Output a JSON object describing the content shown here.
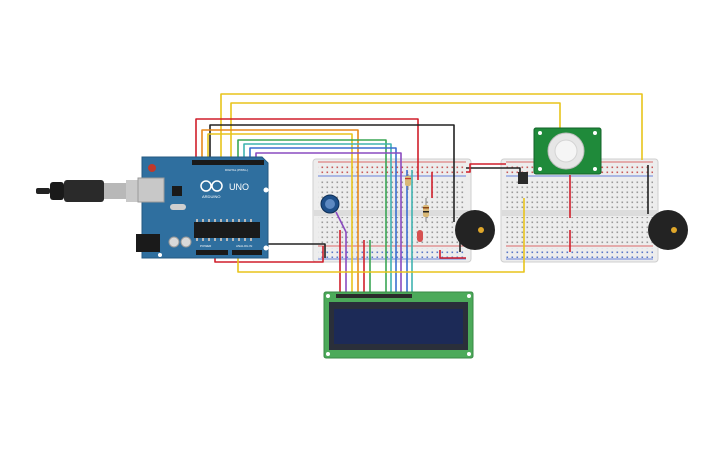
{
  "arduino": {
    "brand": "ARDUINO",
    "model": "UNO"
  },
  "header_labels": {
    "power": "POWER",
    "analog_in": "ANALOG IN",
    "digital": "DIGITAL (PWM~)"
  },
  "colors": {
    "arduino_board": "#2f6f9f",
    "breadboard": "#eeeeee",
    "lcd_pcb": "#4caa5a",
    "lcd_screen": "#1c2a57",
    "pir_pcb": "#1f8a3a",
    "buzzer": "#222222",
    "wire_red": "#d01f2b",
    "wire_yellow": "#e8c41c",
    "wire_orange": "#e8891c",
    "wire_black": "#222222",
    "wire_green": "#3aa655",
    "wire_teal": "#3fb3b0",
    "wire_blue": "#3b6fd0",
    "wire_purple": "#8a4bc0"
  },
  "components": [
    "arduino-uno",
    "usb-cable",
    "breadboard-left",
    "breadboard-right",
    "potentiometer",
    "resistor",
    "led",
    "buzzer-left",
    "buzzer-right",
    "pir-sensor",
    "lcd-16x2"
  ]
}
